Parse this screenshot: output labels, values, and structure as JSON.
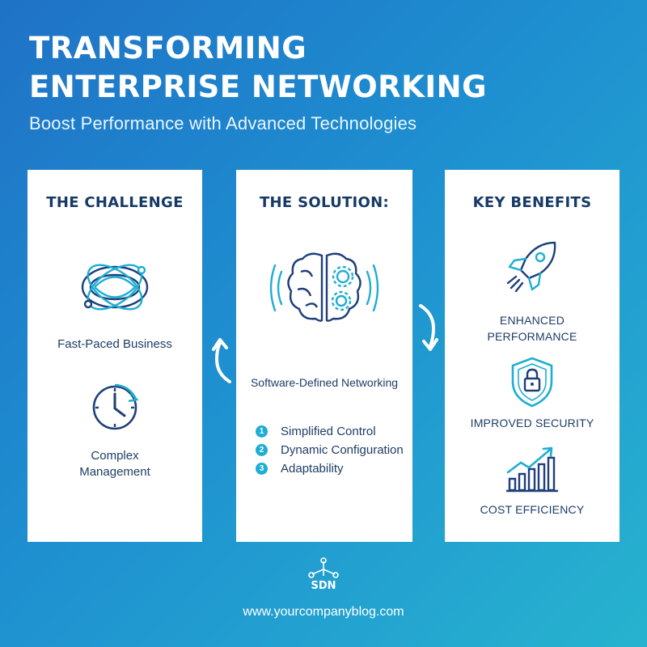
{
  "header": {
    "title_line1": "TRANSFORMING",
    "title_line2": "ENTERPRISE NETWORKING",
    "subtitle": "Boost Performance with Advanced Technologies"
  },
  "challenge": {
    "heading": "THE CHALLENGE",
    "item1": "Fast-Paced Business",
    "item2_line1": "Complex",
    "item2_line2": "Management",
    "icons": [
      "orbit-network-icon",
      "clock-icon"
    ]
  },
  "solution": {
    "heading": "THE SOLUTION:",
    "label": "Software-Defined Networking",
    "items": [
      {
        "num": "1",
        "text": "Simplified Control"
      },
      {
        "num": "2",
        "text": "Dynamic Configuration"
      },
      {
        "num": "3",
        "text": "Adaptability"
      }
    ],
    "icons": [
      "brain-gears-icon"
    ]
  },
  "benefits": {
    "heading": "KEY BENEFITS",
    "item1_line1": "ENHANCED",
    "item1_line2": "PERFORMANCE",
    "item2": "IMPROVED SECURITY",
    "item3": "COST EFFICIENCY",
    "icons": [
      "rocket-icon",
      "shield-lock-icon",
      "growth-chart-icon"
    ]
  },
  "footer": {
    "logo_text": "SDN",
    "url": "www.yourcompanyblog.com"
  },
  "colors": {
    "background_start": "#1f72c6",
    "background_end": "#27b3cf",
    "accent": "#1eaed3",
    "dark_text": "#163a66"
  }
}
